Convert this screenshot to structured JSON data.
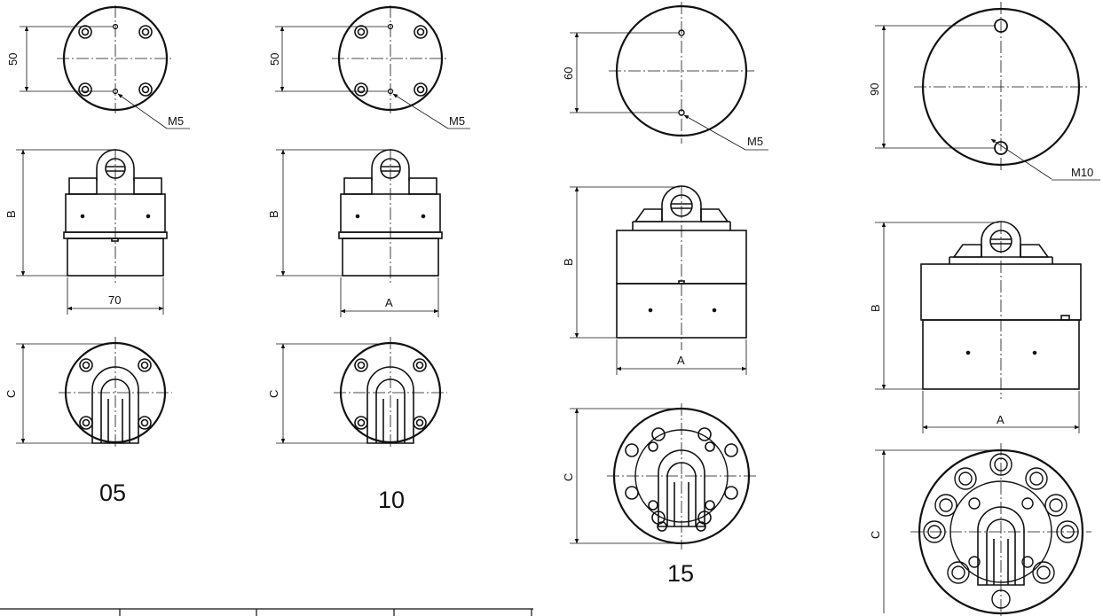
{
  "views": [
    {
      "model_label": "05",
      "top_dim": "50",
      "thread": "M5",
      "height_label": "B",
      "width_label": "70",
      "base_label": "C"
    },
    {
      "model_label": "10",
      "top_dim": "50",
      "thread": "M5",
      "height_label": "B",
      "width_label": "A",
      "base_label": "C"
    },
    {
      "model_label": "15",
      "top_dim": "60",
      "thread": "M5",
      "height_label": "B",
      "width_label": "A",
      "base_label": "C"
    },
    {
      "model_label": "",
      "top_dim": "90",
      "thread": "M10",
      "height_label": "B",
      "width_label": "A",
      "base_label": "C"
    }
  ],
  "colors": {
    "line": "#111111",
    "paper": "#ffffff"
  }
}
